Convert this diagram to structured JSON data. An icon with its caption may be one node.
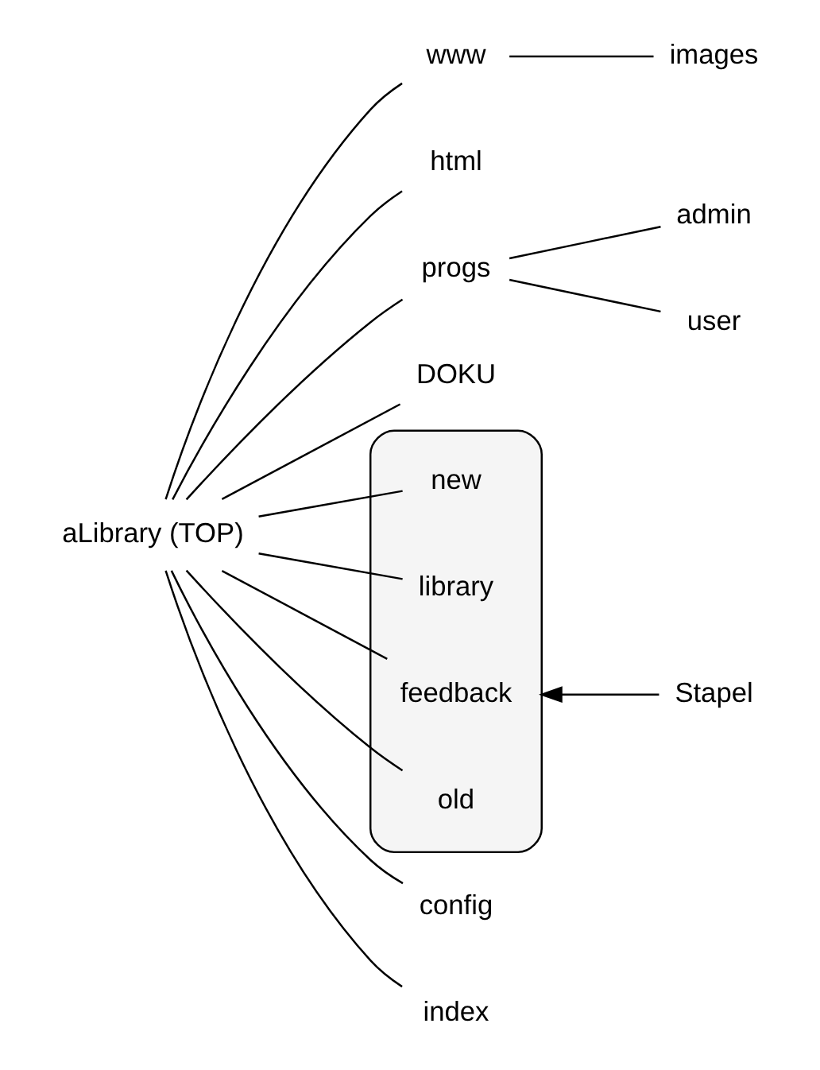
{
  "diagram": {
    "nodes": [
      {
        "text": [
          "aLibrary (TOP)"
        ]
      },
      {
        "text": [
          "www"
        ]
      },
      {
        "text": [
          "images"
        ]
      },
      {
        "text": [
          "html"
        ]
      },
      {
        "text": [
          "progs"
        ]
      },
      {
        "text": [
          "admin"
        ]
      },
      {
        "text": [
          "user"
        ]
      },
      {
        "text": [
          "DOKU"
        ]
      },
      {
        "text": [],
        "shape": "box"
      },
      {
        "text": [
          "new"
        ],
        "in": 8
      },
      {
        "text": [
          "library"
        ],
        "in": 8
      },
      {
        "text": [
          "feedback"
        ],
        "in": 8
      },
      {
        "text": [
          "old"
        ],
        "in": 8
      },
      {
        "text": [
          "Stapel"
        ]
      },
      {
        "text": [
          "config"
        ]
      },
      {
        "text": [
          "index"
        ]
      }
    ],
    "edges": [
      {
        "from": 0,
        "to": 1,
        "arrow": "none"
      },
      {
        "from": 1,
        "to": 2,
        "arrow": "none"
      },
      {
        "from": 0,
        "to": 3,
        "arrow": "none"
      },
      {
        "from": 0,
        "to": 4,
        "arrow": "none"
      },
      {
        "from": 4,
        "to": 5,
        "arrow": "none"
      },
      {
        "from": 4,
        "to": 6,
        "arrow": "none"
      },
      {
        "from": 0,
        "to": 7,
        "arrow": "none"
      },
      {
        "from": 0,
        "to": 9,
        "arrow": "none"
      },
      {
        "from": 0,
        "to": 10,
        "arrow": "none"
      },
      {
        "from": 0,
        "to": 11,
        "arrow": "none"
      },
      {
        "from": 0,
        "to": 12,
        "arrow": "none"
      },
      {
        "from": 0,
        "to": 14,
        "arrow": "none"
      },
      {
        "from": 0,
        "to": 15,
        "arrow": "none"
      },
      {
        "from": 13,
        "to": 8,
        "arrow": "to"
      }
    ]
  }
}
